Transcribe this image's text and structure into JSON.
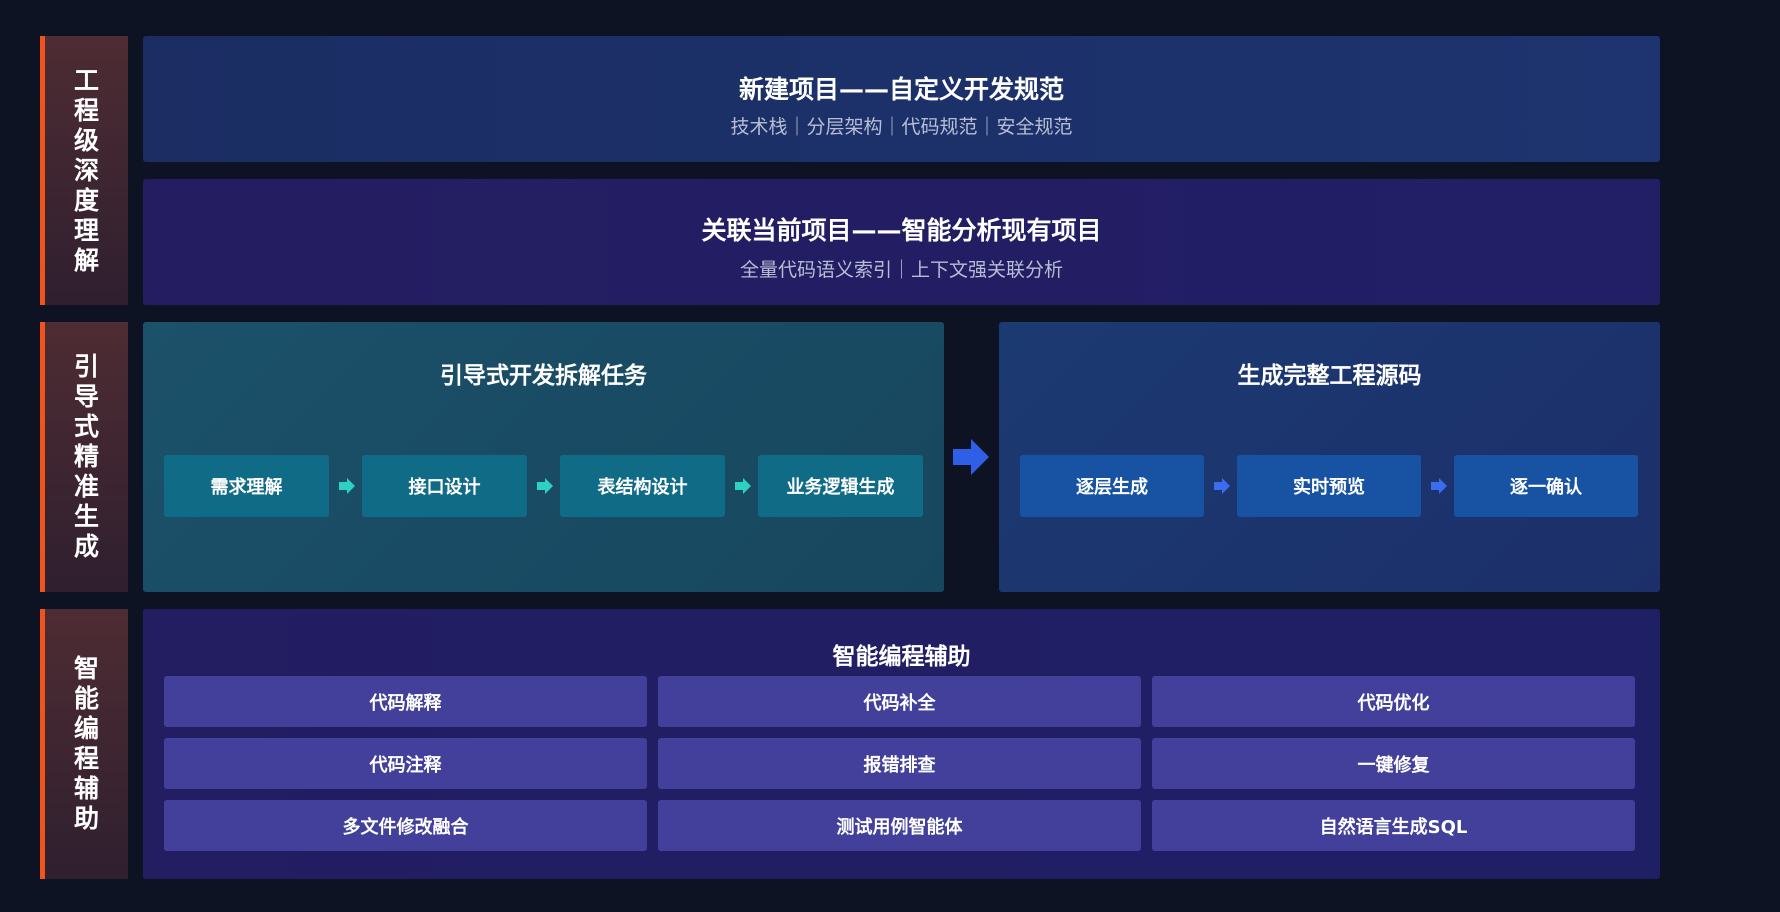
{
  "colors": {
    "accent": "#f0541e",
    "background": "#0d1323"
  },
  "sections": [
    {
      "label": "工程级深度理解"
    },
    {
      "label": "引导式精准生成"
    },
    {
      "label": "智能编程辅助"
    }
  ],
  "new_project": {
    "title": "新建项目——自定义开发规范",
    "subtitle": "技术栈｜分层架构｜代码规范｜安全规范"
  },
  "linked_project": {
    "title": "关联当前项目——智能分析现有项目",
    "subtitle": "全量代码语义索引｜上下文强关联分析"
  },
  "guided": {
    "title": "引导式开发拆解任务",
    "steps": [
      "需求理解",
      "接口设计",
      "表结构设计",
      "业务逻辑生成"
    ]
  },
  "generate": {
    "title": "生成完整工程源码",
    "steps": [
      "逐层生成",
      "实时预览",
      "逐一确认"
    ]
  },
  "assist": {
    "title": "智能编程辅助",
    "items": [
      "代码解释",
      "代码补全",
      "代码优化",
      "代码注释",
      "报错排查",
      "一键修复",
      "多文件修改融合",
      "测试用例智能体",
      "自然语言生成SQL"
    ]
  },
  "icons": {
    "step_arrow": "chevron-right-icon",
    "flow_arrow": "arrow-right-icon"
  }
}
